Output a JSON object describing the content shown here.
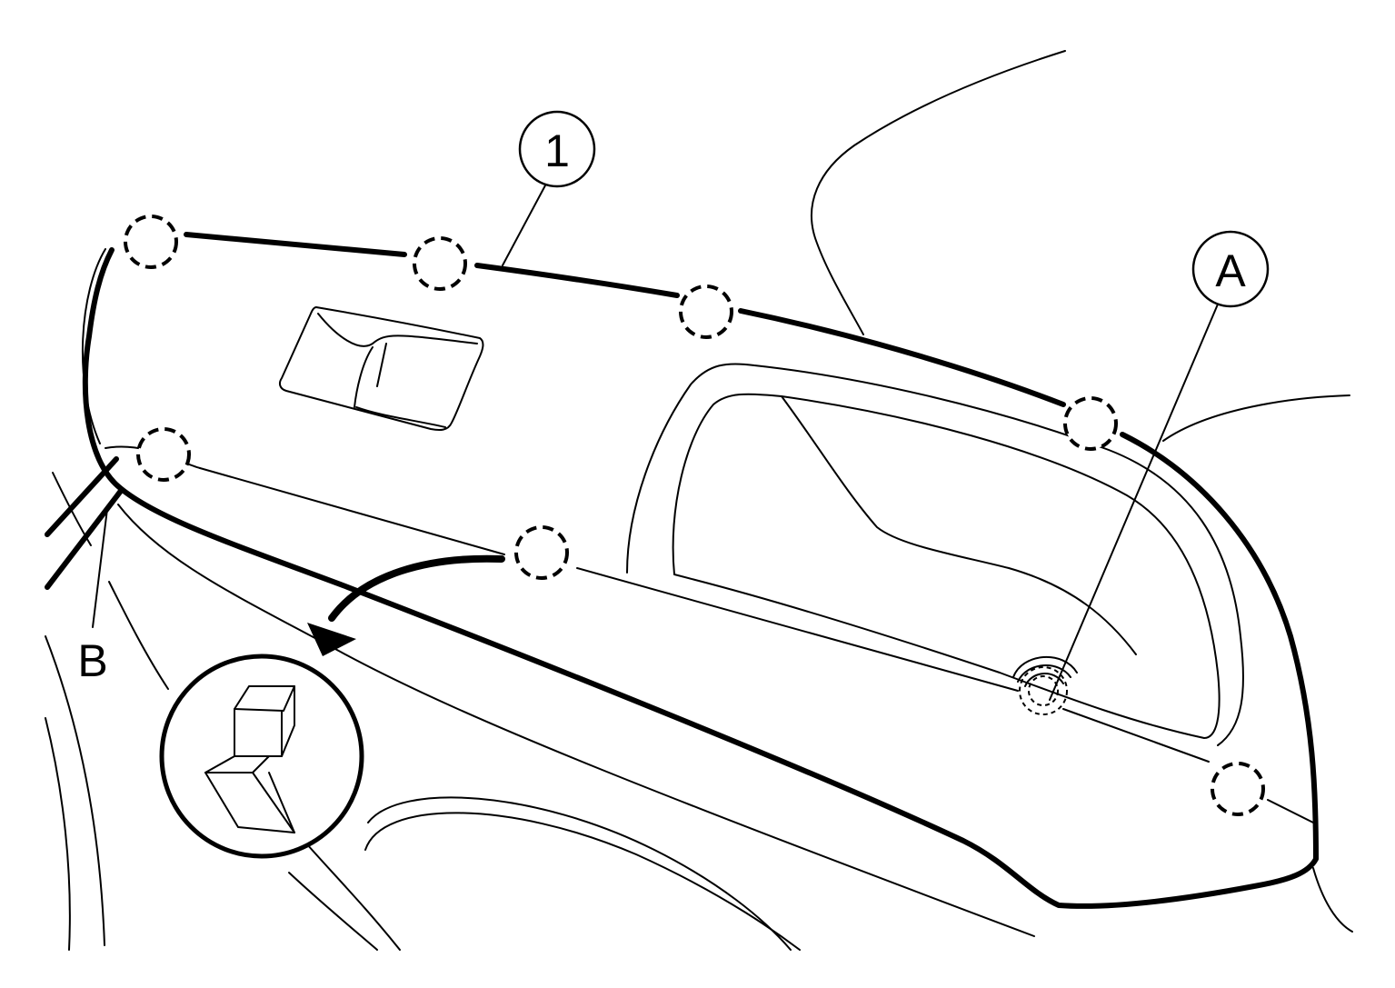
{
  "callouts": {
    "part_1": "1",
    "point_a": "A",
    "point_b": "B"
  }
}
